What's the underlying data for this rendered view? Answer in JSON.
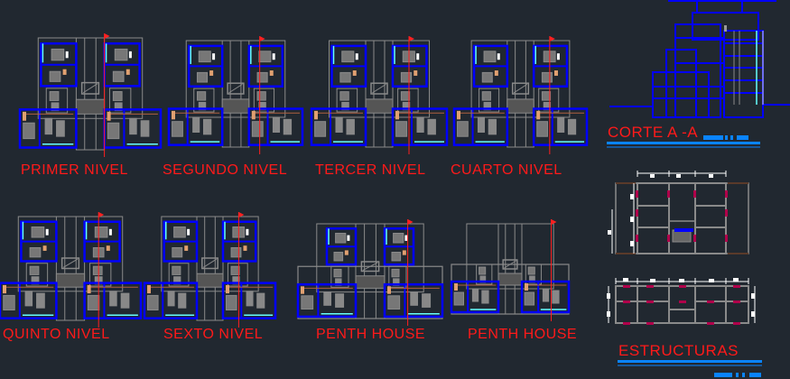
{
  "sheet": {
    "plans": [
      {
        "label": "PRIMER NIVEL"
      },
      {
        "label": "SEGUNDO NIVEL"
      },
      {
        "label": "TERCER NIVEL"
      },
      {
        "label": "CUARTO NIVEL"
      },
      {
        "label": "QUINTO NIVEL"
      },
      {
        "label": "SEXTO NIVEL"
      },
      {
        "label": "PENTH HOUSE"
      },
      {
        "label": "PENTH HOUSE"
      }
    ],
    "section": {
      "label": "CORTE A -A"
    },
    "structures": {
      "label": "ESTRUCTURAS"
    }
  },
  "colors": {
    "background": "#212830",
    "walls": "#0000ff",
    "lines": "#8a8a8a",
    "glass": "#66ffff",
    "cut_line": "#ff2020",
    "title_underline": "#0a84ff",
    "columns": "#b0004a",
    "label": "#ff1a1a"
  }
}
